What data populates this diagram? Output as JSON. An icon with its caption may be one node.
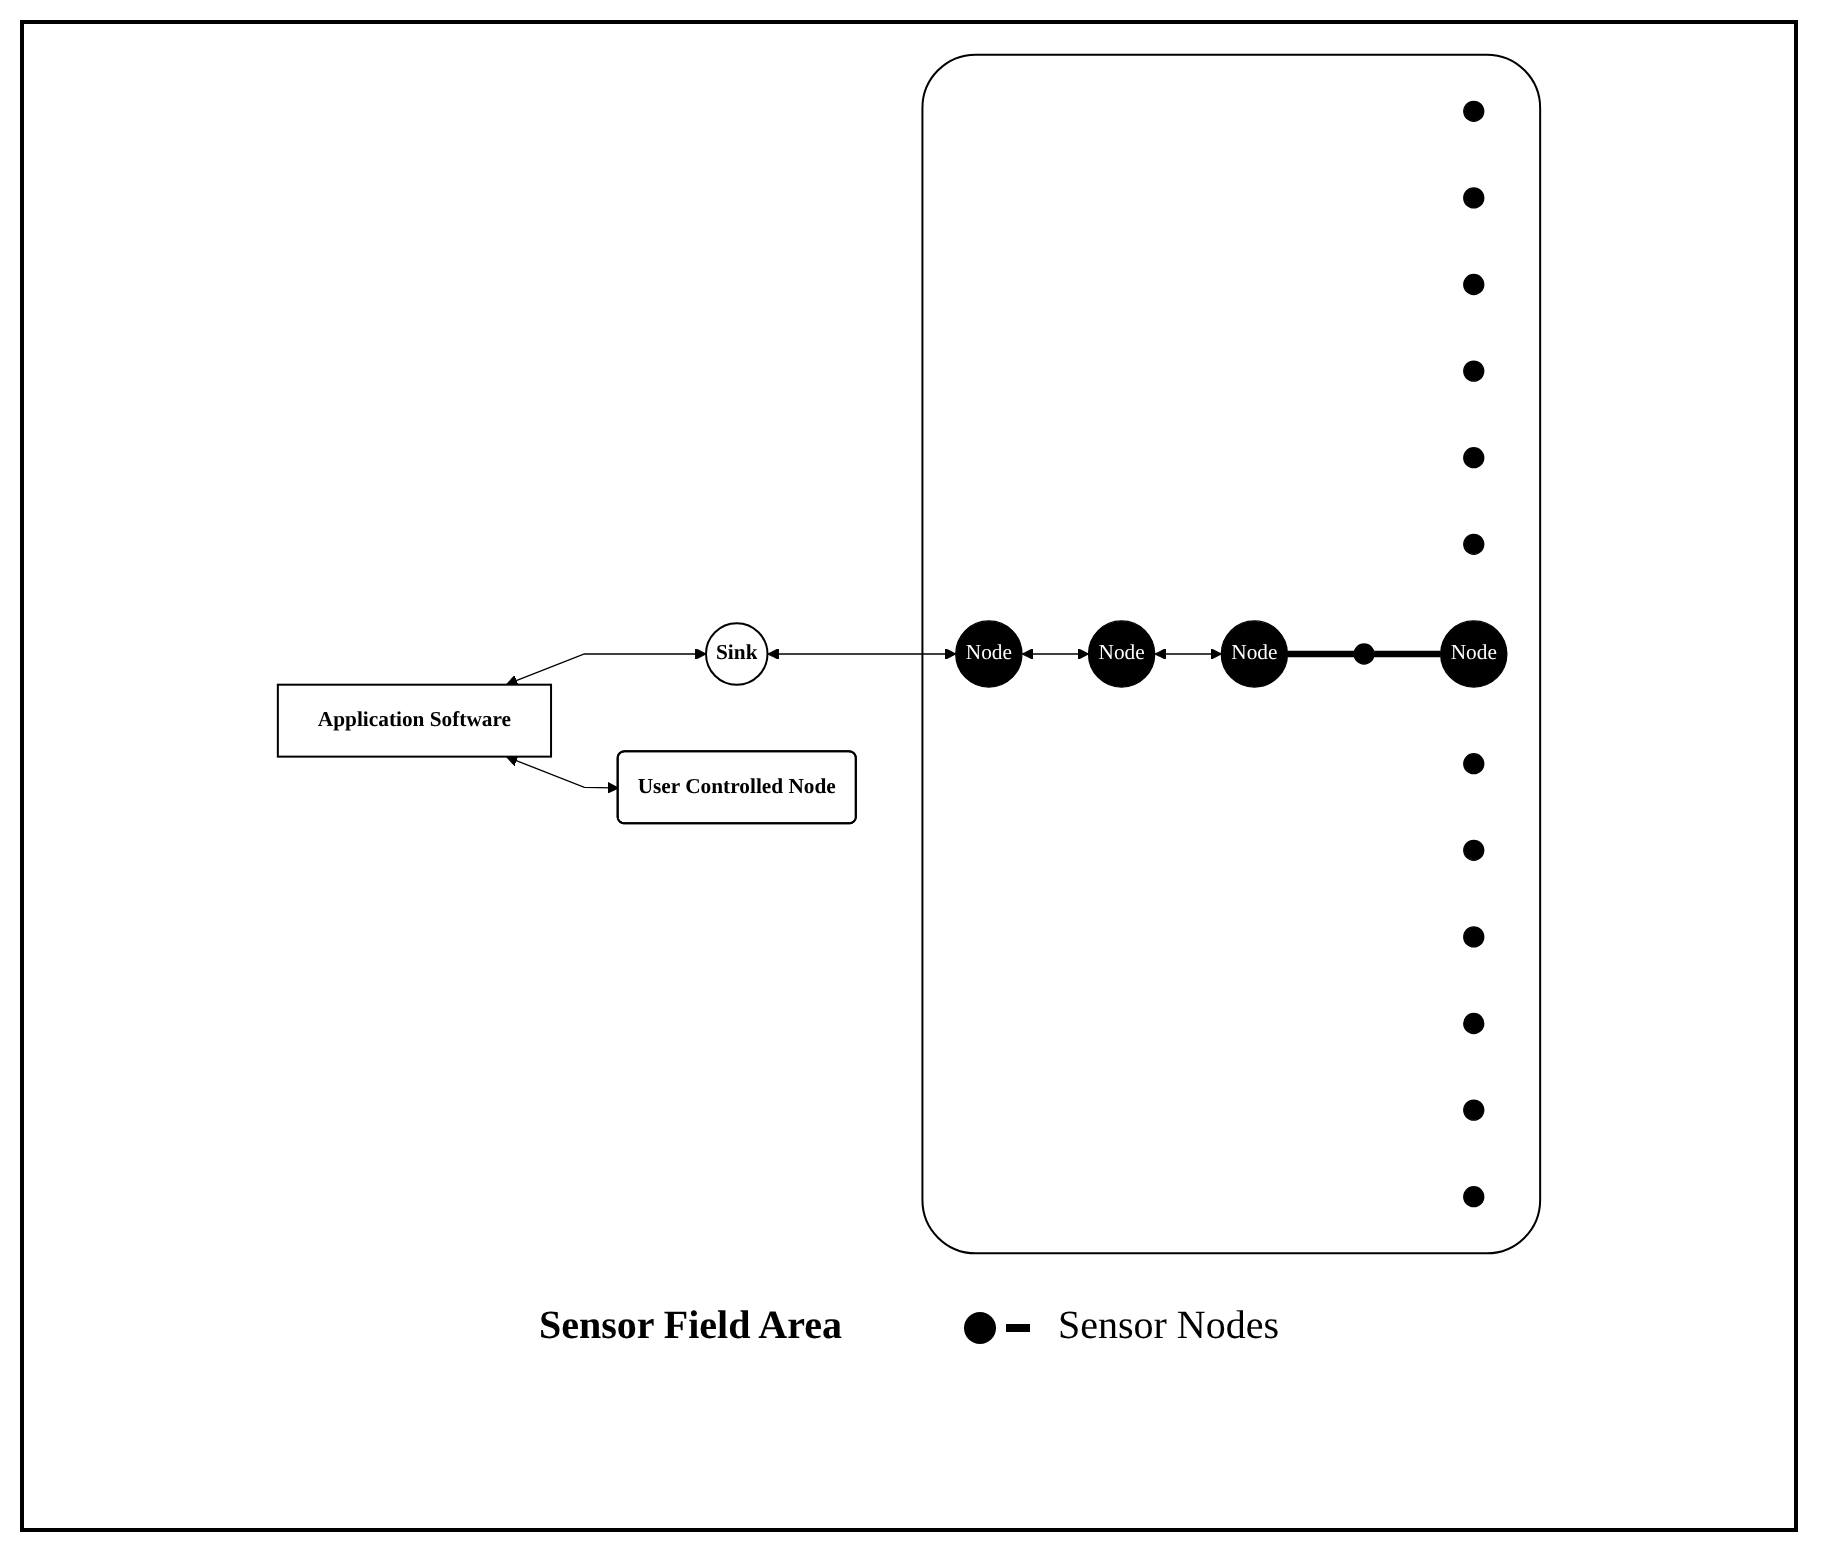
{
  "diagram": {
    "nodes": [
      {
        "text": [
          "Sink"
        ]
      },
      {
        "text": [
          "Application Software"
        ]
      },
      {
        "text": [
          "User Controlled Node"
        ]
      },
      {
        "text": [],
        "shape": "cloud"
      },
      {
        "text": [],
        "shape": "circle",
        "in": 3
      },
      {
        "text": [],
        "shape": "circle",
        "in": 3
      },
      {
        "text": [],
        "shape": "circle",
        "in": 3
      },
      {
        "text": [],
        "shape": "circle",
        "in": 3
      },
      {
        "text": [],
        "shape": "circle",
        "in": 3
      },
      {
        "text": [
          "Node"
        ],
        "in": 3
      },
      {
        "text": [],
        "shape": "circle",
        "in": 3
      },
      {
        "text": [],
        "shape": "circle",
        "in": 3
      },
      {
        "text": [
          "Node"
        ],
        "in": 3
      },
      {
        "text": [
          "Node"
        ],
        "in": 3
      },
      {
        "text": [
          "Node"
        ],
        "in": 3
      },
      {
        "text": [],
        "shape": "circle",
        "in": 3
      },
      {
        "text": [],
        "shape": "circle",
        "in": 3
      },
      {
        "text": [],
        "shape": "circle",
        "in": 3
      },
      {
        "text": [],
        "shape": "circle",
        "in": 3
      },
      {
        "text": [],
        "shape": "circle",
        "in": 3
      },
      {
        "text": [],
        "shape": "circle",
        "in": 3
      }
    ],
    "edges": [
      {
        "from": 1,
        "to": 0,
        "arrow": "both"
      },
      {
        "from": 0,
        "to": 9,
        "arrow": "both"
      },
      {
        "from": 9,
        "to": 12,
        "arrow": "both"
      },
      {
        "from": 12,
        "to": 13,
        "arrow": "both"
      },
      {
        "from": 13,
        "to": 11,
        "arrow": "none",
        "style": "thick"
      },
      {
        "from": 11,
        "to": 14,
        "arrow": "none",
        "style": "thick"
      },
      {
        "from": 1,
        "to": 2,
        "arrow": "both"
      }
    ],
    "labels": [
      "Sensor Field Area"
    ],
    "legend": [
      {
        "text": "Sensor Nodes"
      }
    ]
  }
}
